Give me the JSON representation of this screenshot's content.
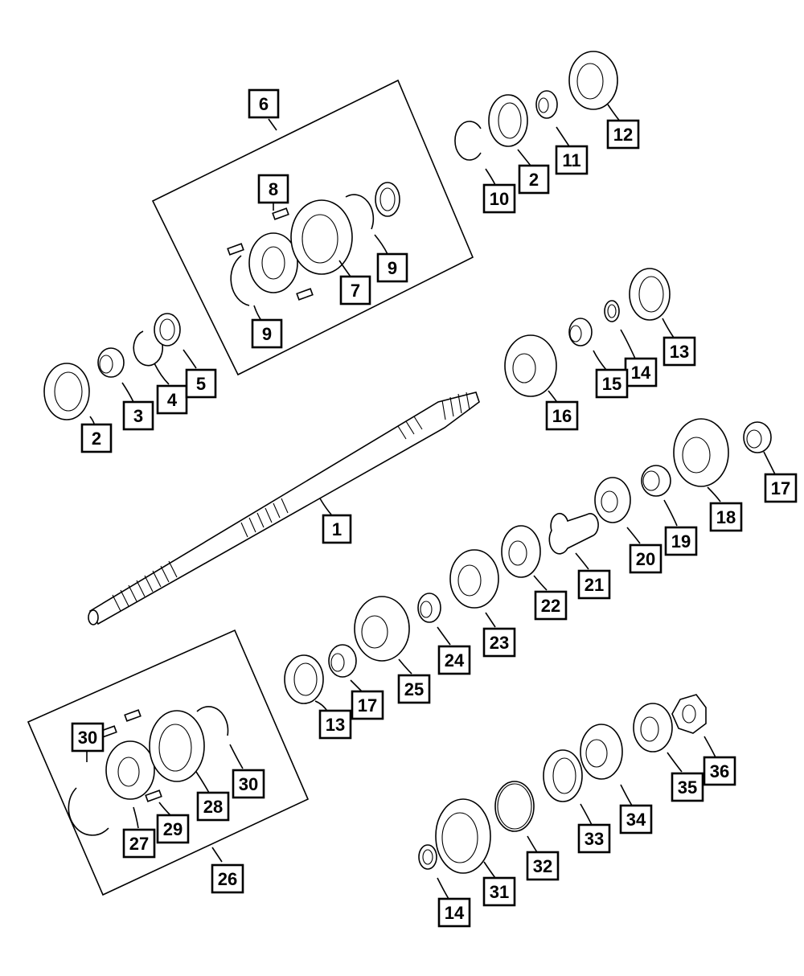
{
  "labels": {
    "c1": "1",
    "c2a": "2",
    "c2b": "2",
    "c3": "3",
    "c4": "4",
    "c5": "5",
    "c6": "6",
    "c7": "7",
    "c8": "8",
    "c9a": "9",
    "c9b": "9",
    "c10": "10",
    "c11": "11",
    "c12": "12",
    "c13a": "13",
    "c13b": "13",
    "c14a": "14",
    "c14b": "14",
    "c15": "15",
    "c16": "16",
    "c17a": "17",
    "c17b": "17",
    "c18": "18",
    "c19": "19",
    "c20": "20",
    "c21": "21",
    "c22": "22",
    "c23": "23",
    "c24": "24",
    "c25": "25",
    "c26": "26",
    "c27": "27",
    "c28": "28",
    "c29": "29",
    "c30a": "30",
    "c30b": "30",
    "c31": "31",
    "c32": "32",
    "c33": "33",
    "c34": "34",
    "c35": "35",
    "c36": "36"
  }
}
